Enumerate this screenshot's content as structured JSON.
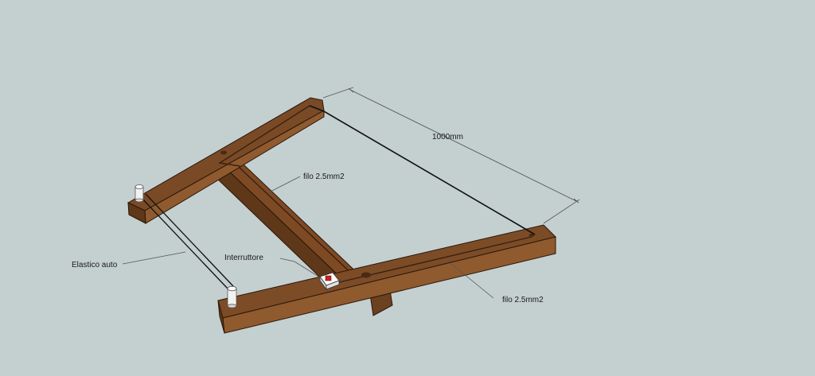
{
  "diagram": {
    "labels": {
      "dimension": "1000mm",
      "wire_center": "filo 2.5mm2",
      "wire_bottom": "filo 2.5mm2",
      "elastic": "Elastico auto",
      "switch": "Interruttore"
    },
    "colors": {
      "background": "#c4cfd0",
      "wood_top": "#7a4a26",
      "wood_front": "#8f5a2e",
      "wood_side": "#5e3818",
      "edge": "#2a170a",
      "wire": "#111111",
      "leader": "#555555",
      "switch_body": "#eeeeee",
      "switch_button": "#cc2222",
      "peg": "#f2f2f2"
    }
  }
}
